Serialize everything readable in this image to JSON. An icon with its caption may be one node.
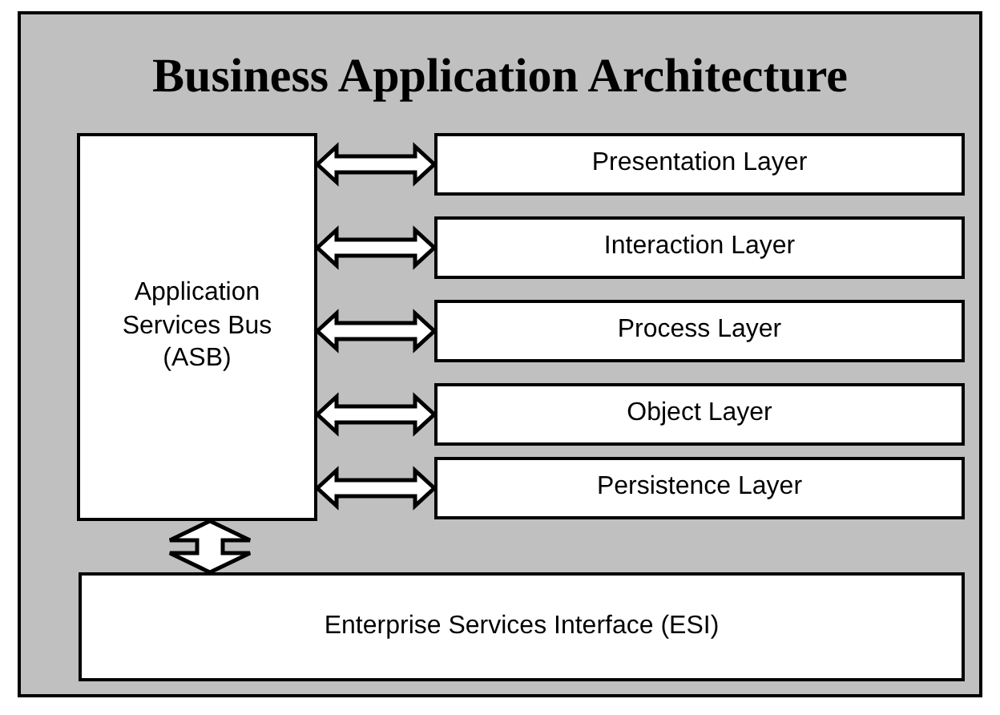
{
  "diagram": {
    "title": "Business Application Architecture",
    "nodes": [
      {
        "text": [
          "Application Services Bus (ASB)"
        ]
      },
      {
        "text": [
          "Presentation Layer"
        ]
      },
      {
        "text": [
          "Interaction Layer"
        ]
      },
      {
        "text": [
          "Process Layer"
        ]
      },
      {
        "text": [
          "Object Layer"
        ]
      },
      {
        "text": [
          "Persistence Layer"
        ]
      },
      {
        "text": [
          "Enterprise Services Interface (ESI)"
        ]
      }
    ],
    "edges": [
      {
        "from": 0,
        "to": 1,
        "arrow": "both"
      },
      {
        "from": 0,
        "to": 2,
        "arrow": "both"
      },
      {
        "from": 0,
        "to": 3,
        "arrow": "both"
      },
      {
        "from": 0,
        "to": 4,
        "arrow": "both"
      },
      {
        "from": 0,
        "to": 5,
        "arrow": "both"
      },
      {
        "from": 0,
        "to": 6,
        "arrow": "both"
      }
    ]
  }
}
